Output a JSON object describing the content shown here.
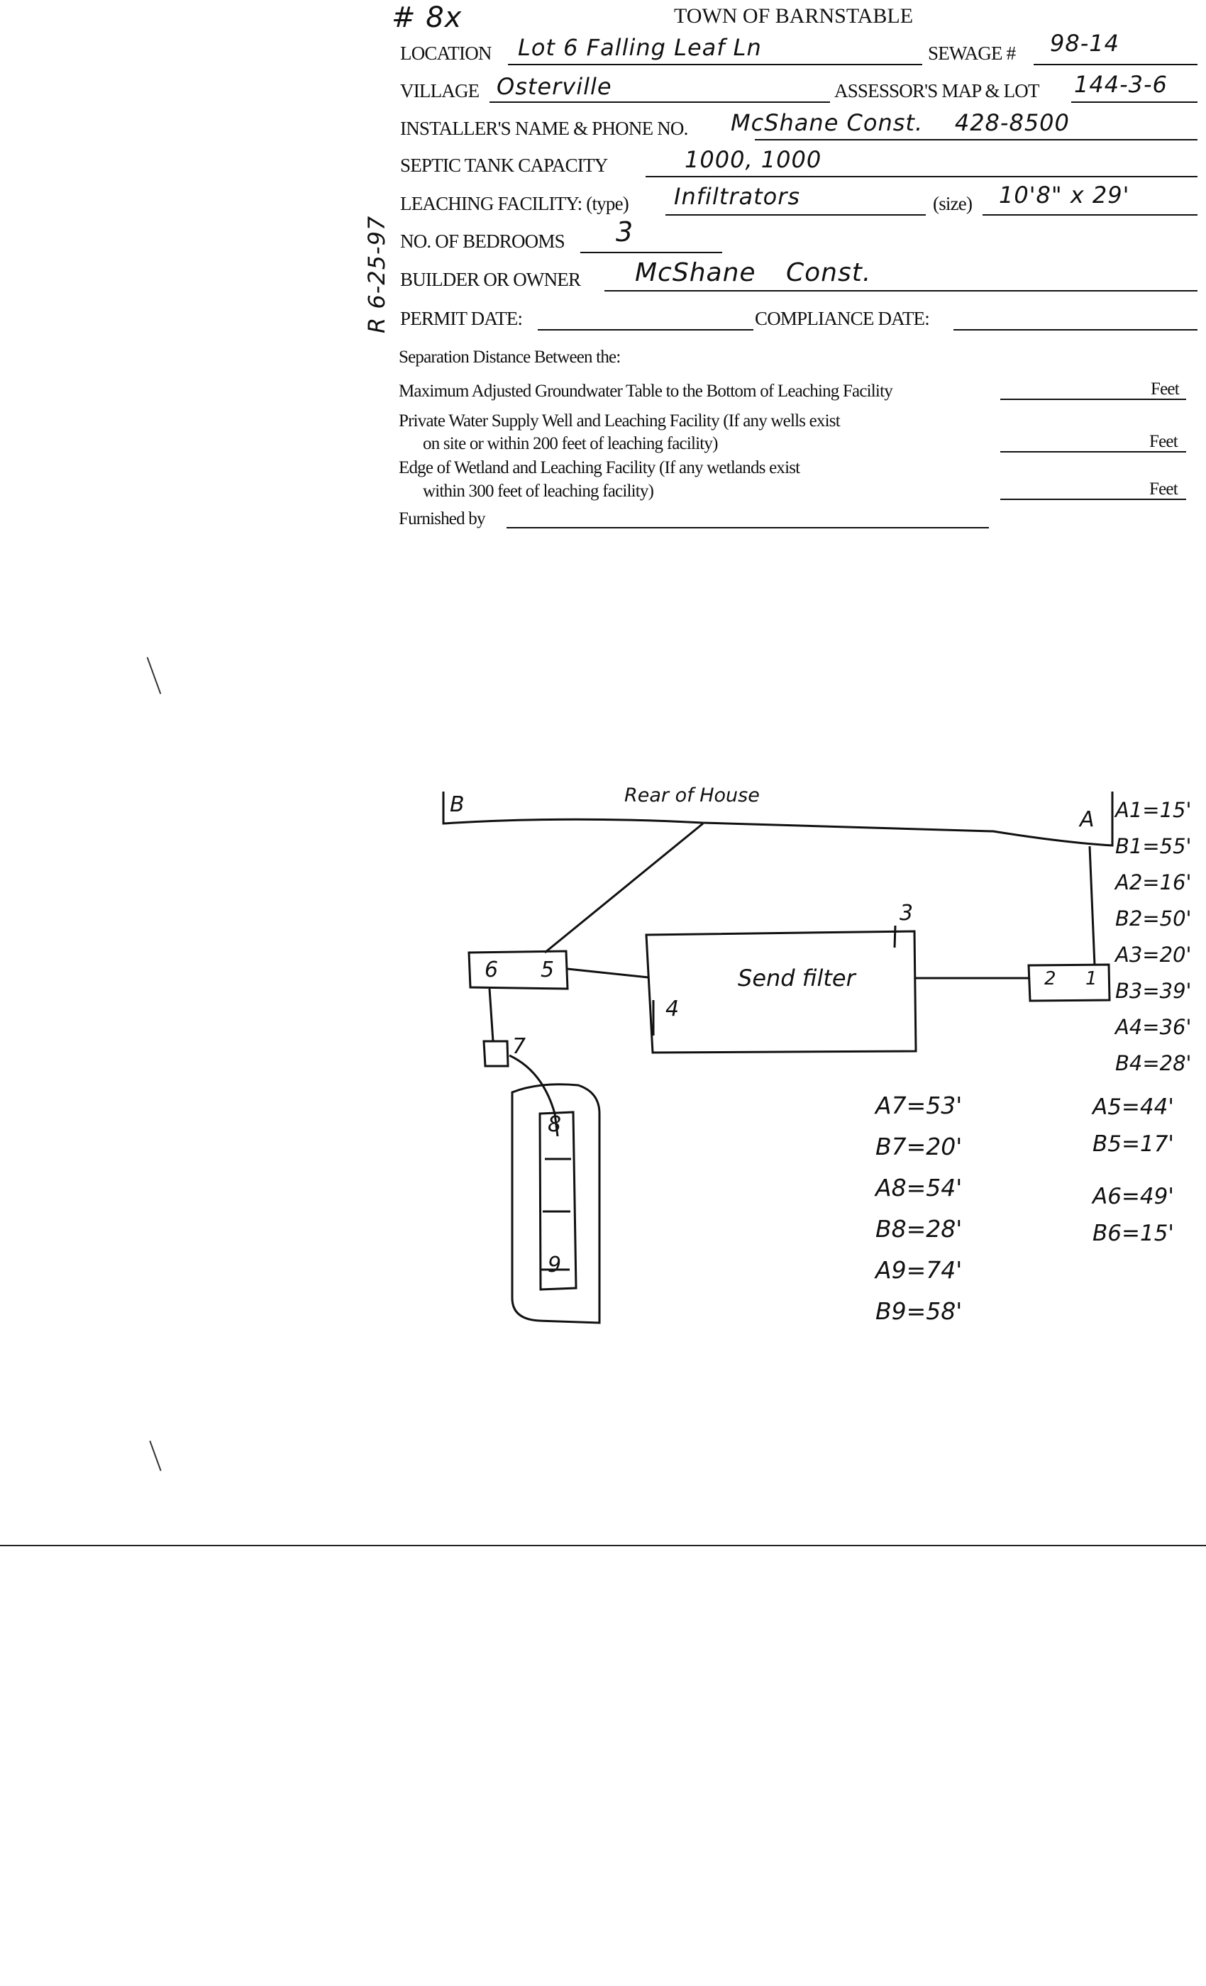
{
  "header": {
    "file_number": "# 8x",
    "title": "TOWN OF BARNSTABLE"
  },
  "form": {
    "location": {
      "label": "LOCATION",
      "value": "Lot 6 Falling Leaf Ln"
    },
    "sewage": {
      "label": "SEWAGE #",
      "value": "98-14"
    },
    "village": {
      "label": "VILLAGE",
      "value": "Osterville"
    },
    "assessor": {
      "label": "ASSESSOR'S MAP & LOT",
      "value": "144-3-6"
    },
    "installer": {
      "label": "INSTALLER'S NAME & PHONE NO.",
      "value": "McShane Const.    428-8500"
    },
    "septic": {
      "label": "SEPTIC TANK CAPACITY",
      "value": "1000, 1000"
    },
    "leaching_type": {
      "label": "LEACHING FACILITY: (type)",
      "value": "Infiltrators"
    },
    "leaching_size": {
      "label": "(size)",
      "value": "10'8\" x 29'"
    },
    "bedrooms": {
      "label": "NO. OF BEDROOMS",
      "value": "3"
    },
    "builder": {
      "label": "BUILDER OR OWNER",
      "value": "McShane Const."
    },
    "permit_date": {
      "label": "PERMIT DATE:",
      "value": ""
    },
    "compliance_date": {
      "label": "COMPLIANCE DATE:",
      "value": ""
    },
    "margin_note": "R 6-25-97"
  },
  "separation": {
    "heading": "Separation Distance Between the:",
    "rows": [
      {
        "line1": "Maximum Adjusted Groundwater Table to the Bottom of Leaching Facility",
        "line2": "",
        "unit": "Feet"
      },
      {
        "line1": "Private Water Supply Well and Leaching Facility  (If any wells exist",
        "line2": "on site or within 200 feet of leaching facility)",
        "unit": "Feet"
      },
      {
        "line1": "Edge of Wetland and Leaching Facility (If any wetlands exist",
        "line2": "within 300 feet of leaching facility)",
        "unit": "Feet"
      }
    ],
    "furnished_by": "Furnished by"
  },
  "diagram": {
    "house_label": "Rear of House",
    "corner_a": "A",
    "corner_b": "B",
    "filter_label": "Send filter",
    "points": {
      "p1": "1",
      "p2": "2",
      "p3": "3",
      "p4": "4",
      "p5": "5",
      "p6": "6",
      "p7": "7",
      "p8": "8",
      "p9": "9"
    },
    "measurements_right": [
      "A1=15'",
      "B1=55'",
      "A2=16'",
      "B2=50'",
      "A3=20'",
      "B3=39'",
      "A4=36'",
      "B4=28'",
      "A5=44'",
      "B5=17'",
      "A6=49'",
      "B6=15'"
    ],
    "measurements_middle": [
      "A7=53'",
      "B7=20'",
      "A8=54'",
      "B8=28'",
      "A9=74'",
      "B9=58'"
    ]
  }
}
